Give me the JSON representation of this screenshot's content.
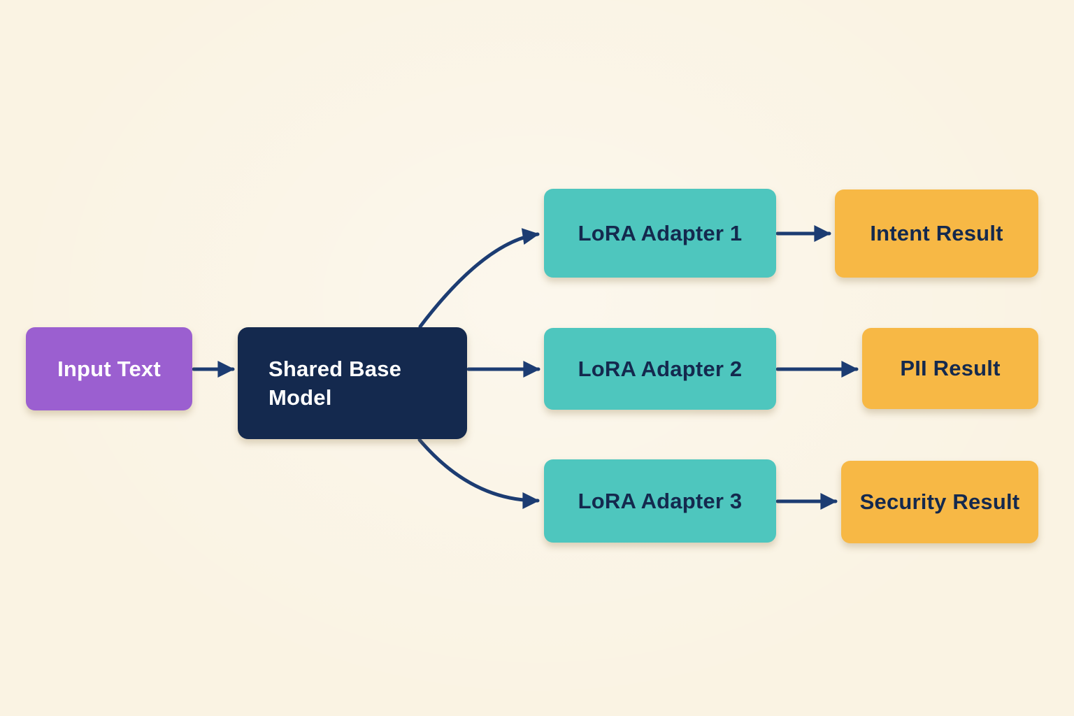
{
  "diagram": {
    "nodes": {
      "input": {
        "label": "Input Text",
        "color": "purple"
      },
      "base": {
        "label": "Shared Base Model",
        "color": "navy"
      },
      "adapter1": {
        "label": "LoRA Adapter 1",
        "color": "teal"
      },
      "adapter2": {
        "label": "LoRA Adapter 2",
        "color": "teal"
      },
      "adapter3": {
        "label": "LoRA Adapter 3",
        "color": "teal"
      },
      "result1": {
        "label": "Intent Result",
        "color": "yellow"
      },
      "result2": {
        "label": "PII Result",
        "color": "yellow"
      },
      "result3": {
        "label": "Security Result",
        "color": "yellow"
      }
    },
    "edges": [
      {
        "from": "Input Text",
        "to": "Shared Base Model",
        "style": "straight"
      },
      {
        "from": "Shared Base Model",
        "to": "LoRA Adapter 1",
        "style": "curved-up"
      },
      {
        "from": "Shared Base Model",
        "to": "LoRA Adapter 2",
        "style": "straight"
      },
      {
        "from": "Shared Base Model",
        "to": "LoRA Adapter 3",
        "style": "curved-down"
      },
      {
        "from": "LoRA Adapter 1",
        "to": "Intent Result",
        "style": "straight"
      },
      {
        "from": "LoRA Adapter 2",
        "to": "PII Result",
        "style": "straight"
      },
      {
        "from": "LoRA Adapter 3",
        "to": "Security Result",
        "style": "straight"
      }
    ],
    "colors": {
      "background": "#FAF3E3",
      "purple": "#9B5FD0",
      "navy": "#14294E",
      "teal": "#4EC6BE",
      "yellow": "#F7B845",
      "arrow": "#1C3C72",
      "text_light": "#FFFFFF",
      "text_dark": "#14294E"
    }
  }
}
